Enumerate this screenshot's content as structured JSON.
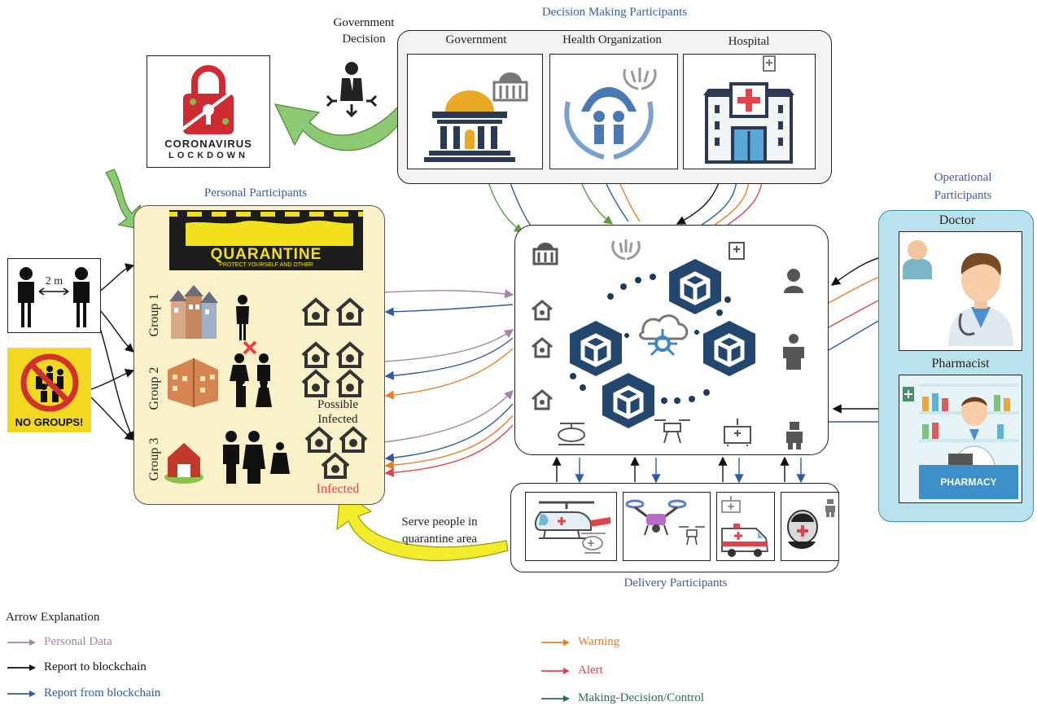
{
  "sections": {
    "decision": "Decision Making Participants",
    "personal": "Personal Participants",
    "operational": "Operational\nParticipants",
    "delivery": "Delivery Participants"
  },
  "government_decision": "Government\nDecision",
  "decision_tiles": [
    "Government",
    "Health Organization",
    "Hospital"
  ],
  "lockdown_sign": {
    "line1": "CORONAVIRUS",
    "line2": "LOCKDOWN"
  },
  "quarantine_banner": {
    "title": "QUARANTINE",
    "subtitle": "PROTECT YOURSELF AND OTHER"
  },
  "distance_label": "2 m",
  "no_groups_label": "NO GROUPS!",
  "groups": [
    "Group 1",
    "Group 2",
    "Group 3"
  ],
  "possible_infected": "Possible\nInfected",
  "infected": "Infected",
  "operational": {
    "doctor": "Doctor",
    "pharmacist": "Pharmacist",
    "pharmacy_sign": "PHARMACY"
  },
  "serve_note": "Serve people in\nquarantine area",
  "legend": {
    "title": "Arrow Explanation",
    "items": [
      {
        "label": "Personal Data",
        "color": "#a783a8"
      },
      {
        "label": "Report to blockchain",
        "color": "#111111"
      },
      {
        "label": "Report from blockchain",
        "color": "#2f5aa8"
      },
      {
        "label": "Warning",
        "color": "#ea7d24"
      },
      {
        "label": "Alert",
        "color": "#e0434a"
      },
      {
        "label": "Making-Decision/Control",
        "color": "#2f6b4f"
      }
    ]
  }
}
